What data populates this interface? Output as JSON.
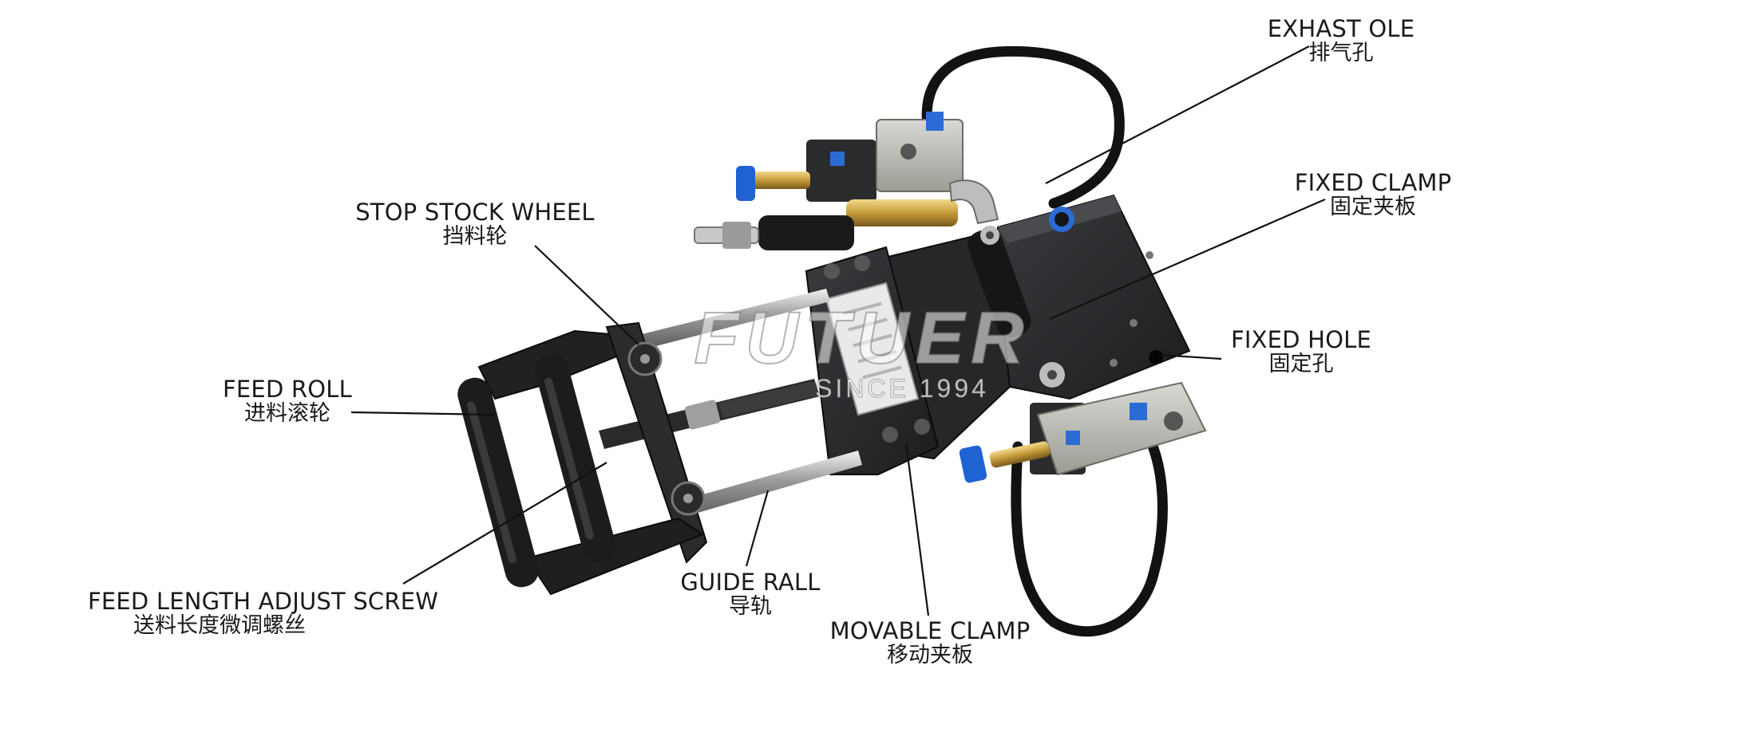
{
  "callouts": {
    "exhaust_hole": {
      "en": "EXHAST OLE",
      "zh": "排气孔"
    },
    "fixed_clamp": {
      "en": "FIXED CLAMP",
      "zh": "固定夹板"
    },
    "stop_stock_wheel": {
      "en": "STOP STOCK WHEEL",
      "zh": "挡料轮"
    },
    "fixed_hole": {
      "en": "FIXED HOLE",
      "zh": "固定孔"
    },
    "feed_roll": {
      "en": "FEED ROLL",
      "zh": "进料滚轮"
    },
    "feed_length_adjust_screw": {
      "en": "FEED LENGTH ADJUST SCREW",
      "zh": "送料长度微调螺丝"
    },
    "guide_rall": {
      "en": "GUIDE RALL",
      "zh": "导轨"
    },
    "movable_clamp": {
      "en": "MOVABLE CLAMP",
      "zh": "移动夹板"
    }
  },
  "watermark": {
    "brand": "FUTUER",
    "since": "SINCE 1994"
  }
}
